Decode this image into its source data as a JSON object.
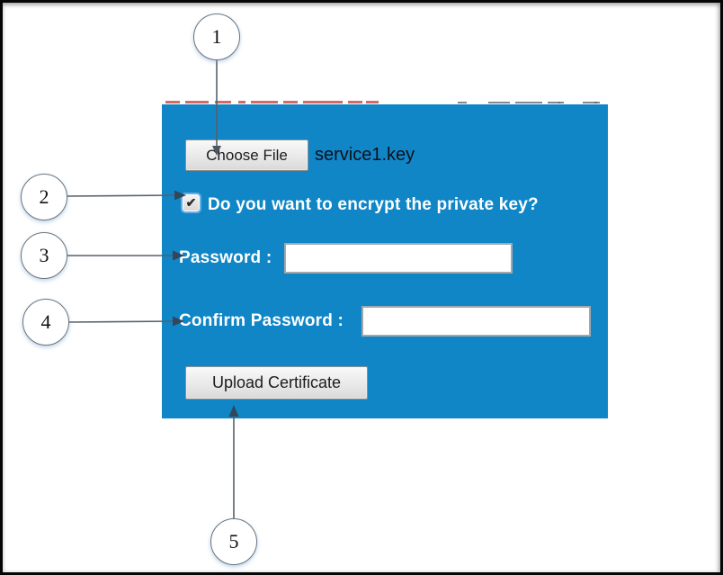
{
  "panel": {
    "file_upload": {
      "button_label": "Choose File",
      "filename": "service1.key"
    },
    "encrypt_checkbox": {
      "checked": true,
      "checkmark": "✔",
      "label": "Do you want to encrypt the private key?"
    },
    "password": {
      "label": "Password :",
      "value": "",
      "placeholder": ""
    },
    "confirm_password": {
      "label": "Confirm Password :",
      "value": "",
      "placeholder": ""
    },
    "upload_button_label": "Upload Certificate"
  },
  "callouts": [
    {
      "number": "1",
      "target": "choose-file-button"
    },
    {
      "number": "2",
      "target": "encrypt-checkbox"
    },
    {
      "number": "3",
      "target": "password-field"
    },
    {
      "number": "4",
      "target": "confirm-password-field"
    },
    {
      "number": "5",
      "target": "upload-certificate-button"
    }
  ],
  "colors": {
    "panel_background": "#1086c7",
    "frame_border": "#060606",
    "label_text": "#ffffff",
    "filename_text": "#101018",
    "arrow_line": "#56606b",
    "arrowhead": "#30475c"
  }
}
